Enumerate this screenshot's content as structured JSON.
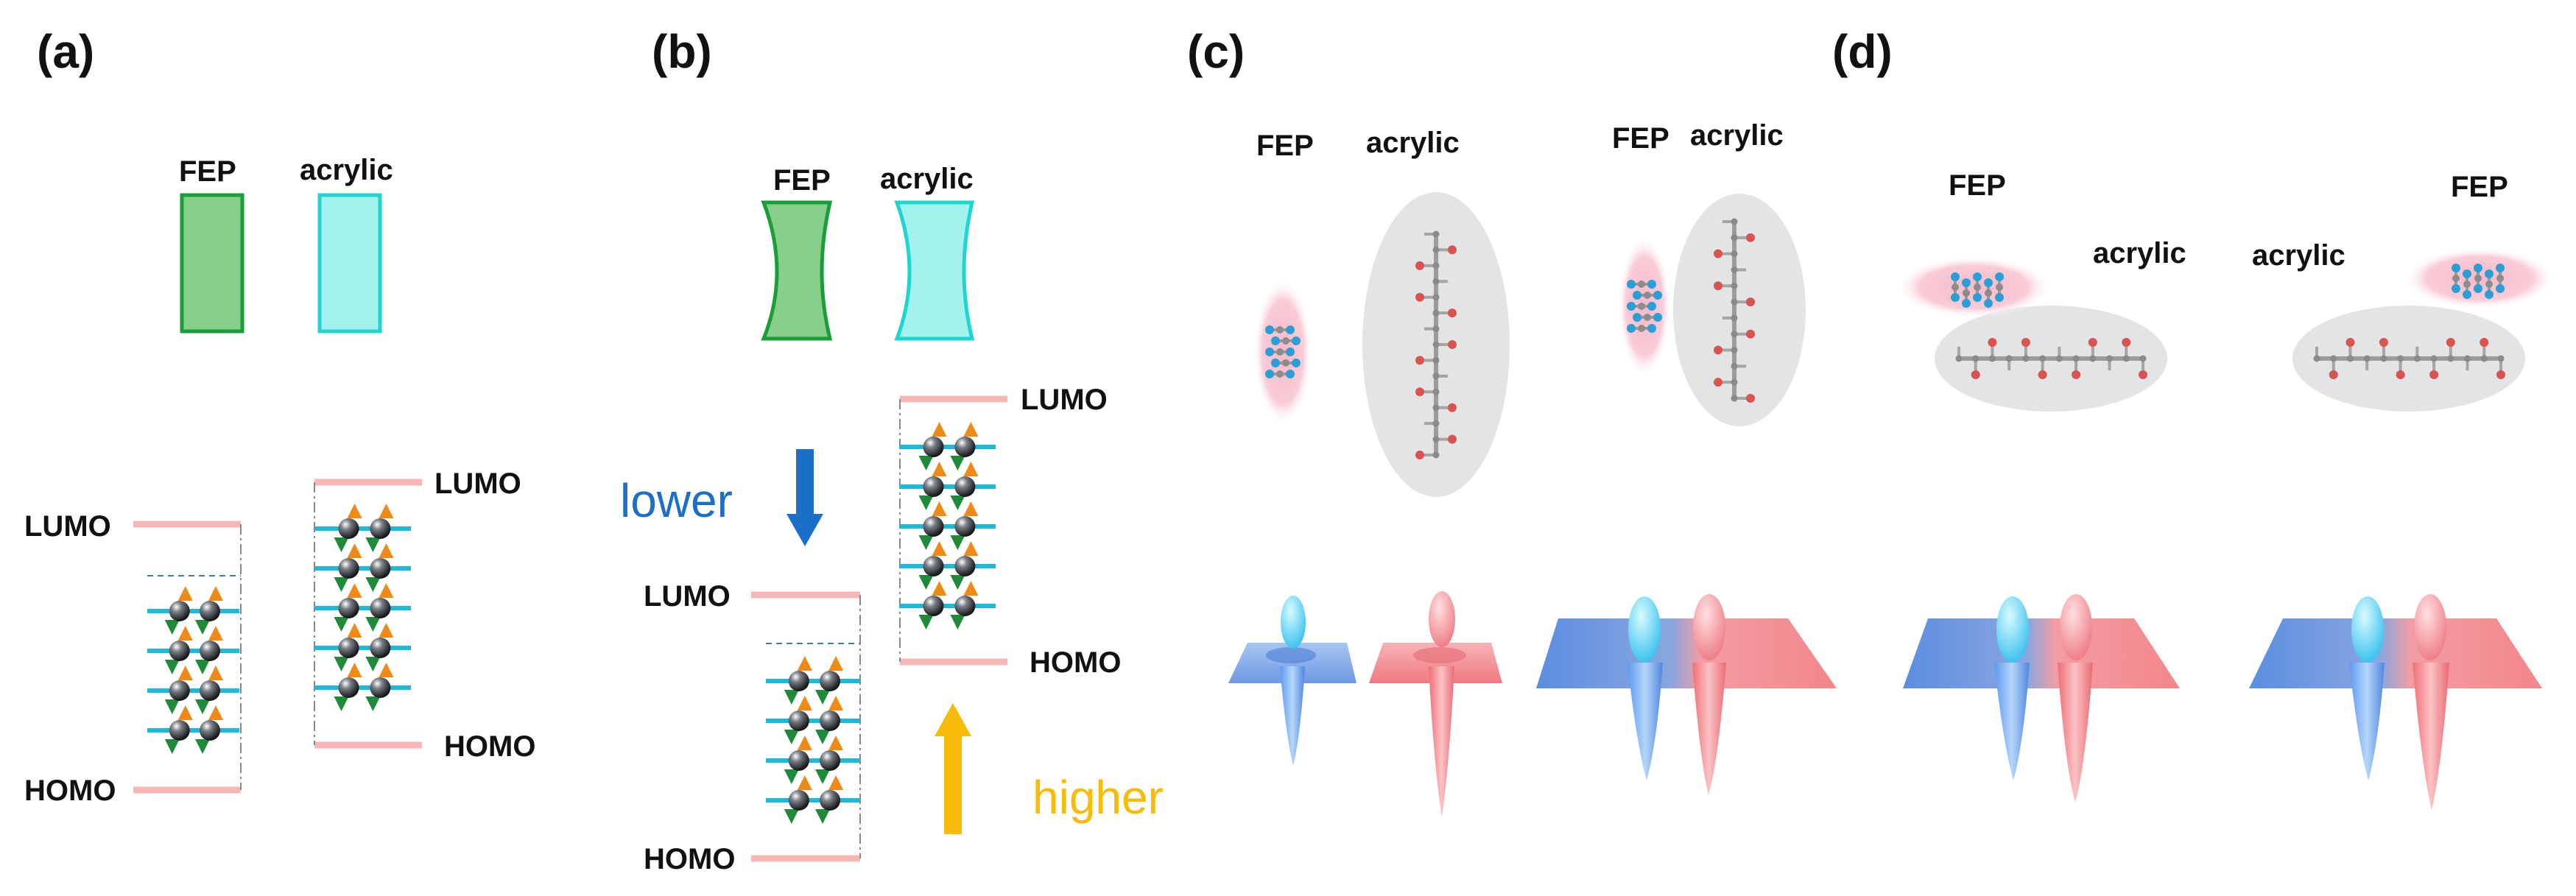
{
  "panels": {
    "a": {
      "label": "(a)",
      "materials": {
        "fep": "FEP",
        "acrylic": "acrylic"
      },
      "left_levels": {
        "lumo": "LUMO",
        "homo": "HOMO"
      },
      "right_levels": {
        "lumo": "LUMO",
        "homo": "HOMO"
      }
    },
    "b": {
      "label": "(b)",
      "materials": {
        "fep": "FEP",
        "acrylic": "acrylic"
      },
      "left_levels": {
        "lumo": "LUMO",
        "homo": "HOMO"
      },
      "right_levels": {
        "lumo": "LUMO",
        "homo": "HOMO"
      },
      "arrows": {
        "lower": "lower",
        "higher": "higher"
      }
    },
    "c": {
      "label": "(c)",
      "separate": {
        "fep": "FEP",
        "acrylic": "acrylic"
      },
      "contact": {
        "fep": "FEP",
        "acrylic": "acrylic"
      }
    },
    "d": {
      "label": "(d)",
      "left": {
        "fep": "FEP",
        "acrylic": "acrylic"
      },
      "right": {
        "fep": "FEP",
        "acrylic": "acrylic"
      }
    }
  },
  "colors": {
    "fep_fill": "#88cf8c",
    "fep_stroke": "#1a9e3a",
    "acrylic_fill": "#a3f2ee",
    "acrylic_stroke": "#1fd5d0",
    "level_line": "#f7b7b7",
    "orbital_line": "#1cb9d9",
    "lower_arrow": "#1c6fc7",
    "higher_arrow": "#f8bb08",
    "blue_surface": "#5b8ee0",
    "red_surface": "#f07a82",
    "halo_pink": "#f8c2cf",
    "halo_gray": "#e2e4e6"
  }
}
